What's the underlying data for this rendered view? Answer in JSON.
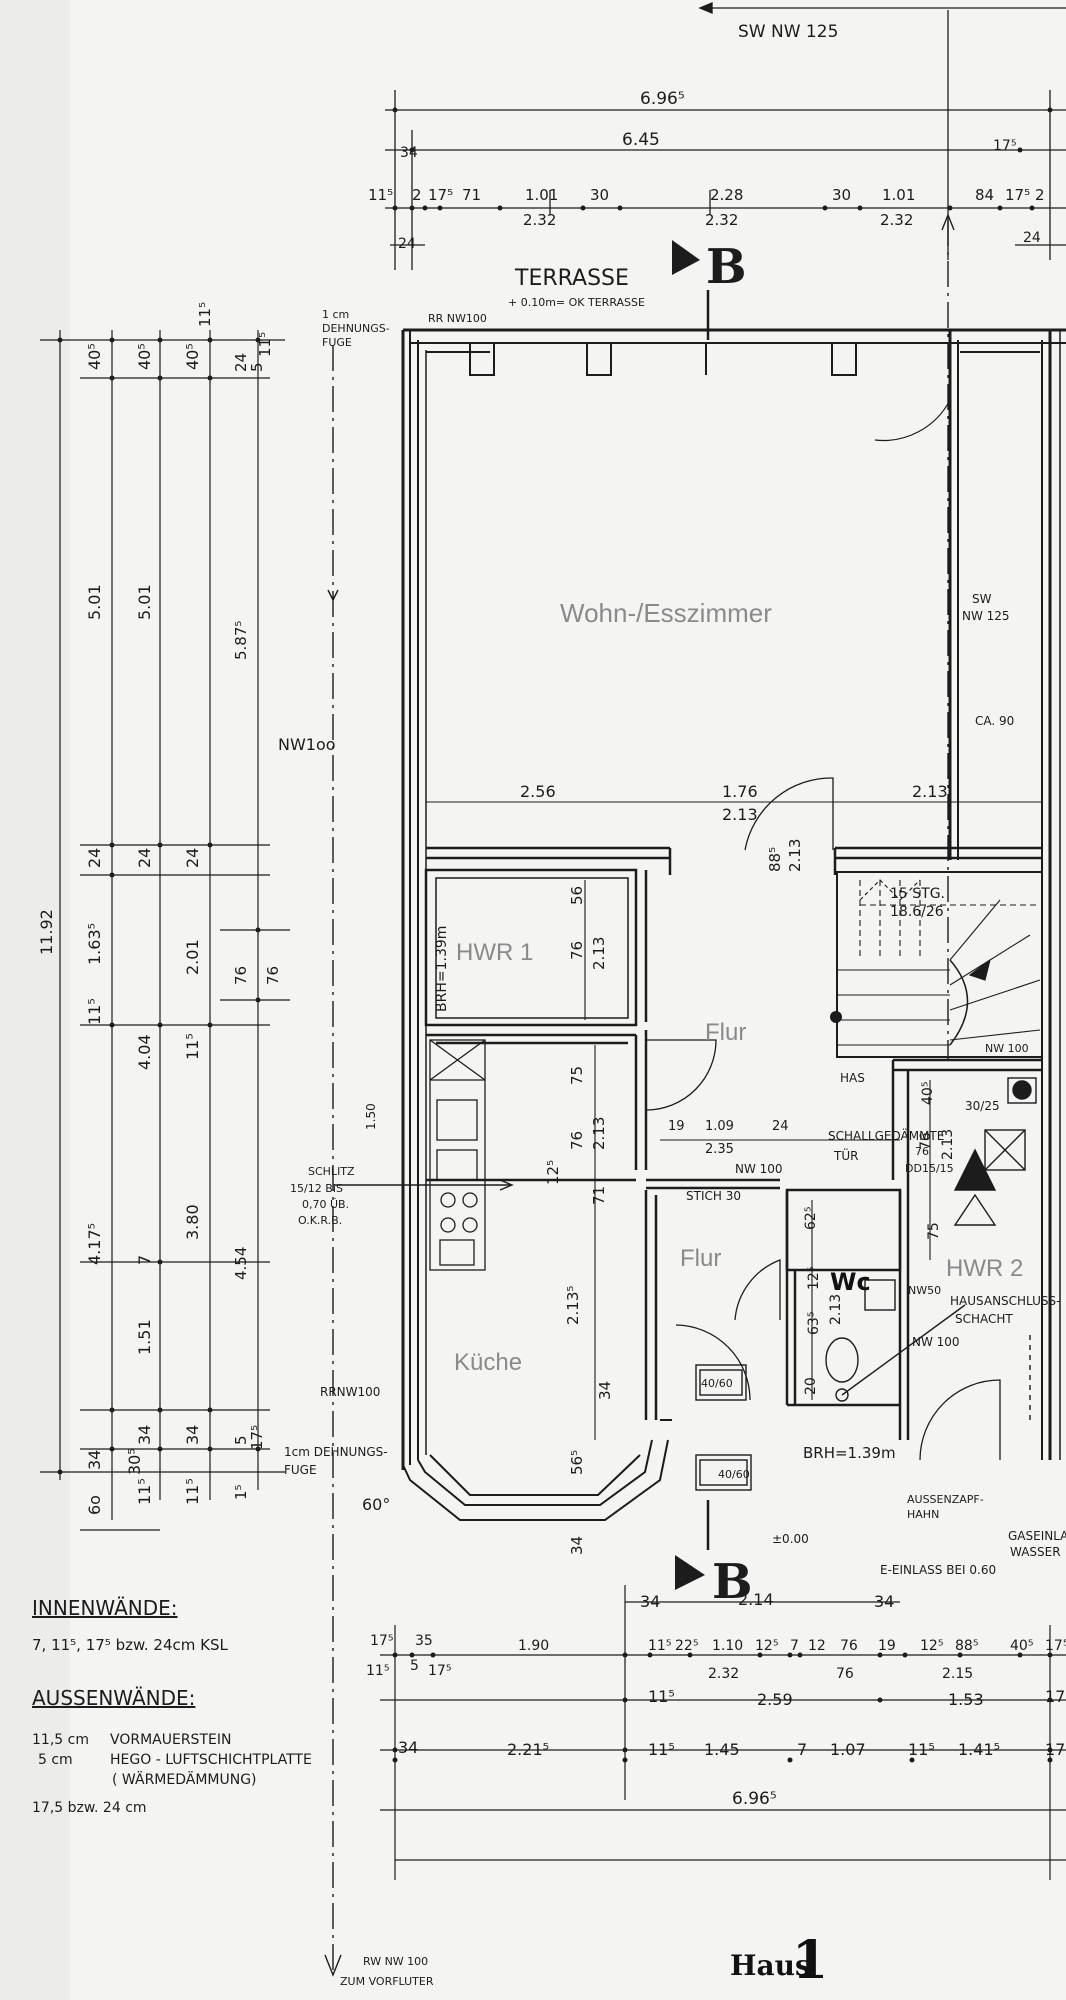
{
  "header": {
    "sewer_top": "SW  NW 125"
  },
  "terrace": {
    "label": "TERRASSE",
    "note": "+ 0.10m= OK TERRASSE",
    "rr": "RR NW100",
    "joint": [
      "1 cm",
      "DEHNUNGS-",
      "FUGE"
    ]
  },
  "section_marker": {
    "letter": "B"
  },
  "rooms": {
    "living": "Wohn-/Esszimmer",
    "hwr1": "HWR 1",
    "hall_upper": "Flur",
    "hall_lower": "Flur",
    "kitchen": "Küche",
    "wc": "Wc",
    "hwr2": "HWR 2"
  },
  "top_dims": {
    "overall": "6.96⁵",
    "inner": "6.45",
    "row": [
      "11⁵",
      "2",
      "17⁵",
      "71",
      "1.01",
      "30",
      "2.28",
      "30",
      "1.01",
      "84",
      "17⁵",
      "2"
    ],
    "row_sub": [
      "2.32",
      "2.32",
      "2.32"
    ],
    "small": [
      "34",
      "24",
      "17⁵",
      "24"
    ]
  },
  "left_dims": {
    "total": "11.92",
    "col1": [
      "40⁵",
      "5.01",
      "24",
      "1.63⁵",
      "11⁵",
      "4.17⁵",
      "34",
      "6o"
    ],
    "col2": [
      "40⁵",
      "5.01",
      "24",
      "4.04",
      "7",
      "1.51",
      "30⁵",
      "34",
      "11⁵"
    ],
    "col3": [
      "40⁵",
      "24",
      "2.01",
      "11⁵",
      "3.80",
      "34",
      "11⁵"
    ],
    "col4": [
      "11⁵",
      "24",
      "5",
      "11⁵",
      "5.87⁵",
      "76",
      "4.54",
      "5",
      "17⁵",
      "1⁵"
    ],
    "col5": [
      "76"
    ]
  },
  "interior_dims": {
    "living_row": [
      "2.56",
      "1.76",
      "2.13",
      "2.13"
    ],
    "door": [
      "88⁵",
      "2.13"
    ],
    "hwr1": [
      "56",
      "76",
      "2.13"
    ],
    "kitchen": [
      "75",
      "76",
      "2.13",
      "12⁵",
      "71",
      "2.13⁵",
      "34",
      "56⁵",
      "34"
    ],
    "hall": [
      "19",
      "1.09",
      "2.35",
      "24"
    ],
    "wc": [
      "62⁵",
      "12⁵",
      "63⁵",
      "2.13",
      "20"
    ],
    "hwr2": [
      "40⁵",
      "76",
      "2.13",
      "75"
    ]
  },
  "annotations": {
    "nw100_left": "NW1oo",
    "brh_hwr1": "BRH=1.39m",
    "brh_lower": "BRH=1.39m",
    "stairs": [
      "15 STG.",
      "18.6/26"
    ],
    "sw_right": [
      "SW",
      "NW 125"
    ],
    "ca90": "CA. 90",
    "has": "HAS",
    "schall": [
      "SCHALLGEDÄMMTE",
      "TÜR"
    ],
    "nw100_hall": "NW 100",
    "stich": "STICH 30",
    "slitz": [
      "SCHLITZ",
      "15/12 BIS",
      "0,70 ÜB.",
      "O.K.R.B."
    ],
    "dim150": "1.50",
    "rrnw100": "RRNW100",
    "dehnfuge": [
      "1cm DEHNUNGS-",
      "FUGE"
    ],
    "angle": "60°",
    "nw100_stair": "NW 100",
    "box3025": "30/25",
    "d76": [
      "76",
      "DD15/15"
    ],
    "nw50": "NW50",
    "hausanschluss": [
      "HAUSANSCHLUSS-",
      "SCHACHT"
    ],
    "nw100_right": "NW 100",
    "win1": "40/60",
    "win2": "40/60",
    "pm": "±0.00",
    "aussen": [
      "AUSSENZAPF-",
      "HAHN"
    ],
    "gas": [
      "GASEINLA",
      "WASSER"
    ],
    "elec": "E-EINLASS BEI 0.60",
    "rw": [
      "RW NW 100",
      "ZUM VORFLUTER"
    ]
  },
  "bottom_dims": {
    "row1": [
      "34",
      "2.14",
      "34"
    ],
    "row2": [
      "17⁵",
      "35",
      "1.90",
      "11⁵",
      "22⁵",
      "1.10",
      "12⁵",
      "7",
      "12",
      "76",
      "19",
      "12⁵",
      "88⁵",
      "40⁵",
      "17⁵"
    ],
    "row2_sub": [
      "11⁵",
      "5",
      "17⁵",
      "2.32",
      "76",
      "2.15"
    ],
    "row3": [
      "11⁵",
      "2.59",
      "1.53",
      "17⁵"
    ],
    "row4": [
      "34",
      "2.21⁵",
      "11⁵",
      "1.45",
      "7",
      "1.07",
      "11⁵",
      "1.41⁵",
      "17⁵"
    ],
    "overall": "6.96⁵"
  },
  "legend": {
    "inner_title": "INNENWÄNDE:",
    "inner_text": "7, 11⁵, 17⁵  bzw. 24cm   KSL",
    "outer_title": "AUSSENWÄNDE:",
    "outer_rows": [
      [
        "11,5 cm",
        "VORMAUERSTEIN"
      ],
      [
        "5   cm",
        "HEGO - LUFTSCHICHTPLATTE"
      ],
      [
        "",
        "( WÄRMEDÄMMUNG)"
      ],
      [
        "17,5  bzw. 24 cm",
        ""
      ]
    ]
  },
  "footer": {
    "house": "Haus",
    "number": "1"
  }
}
